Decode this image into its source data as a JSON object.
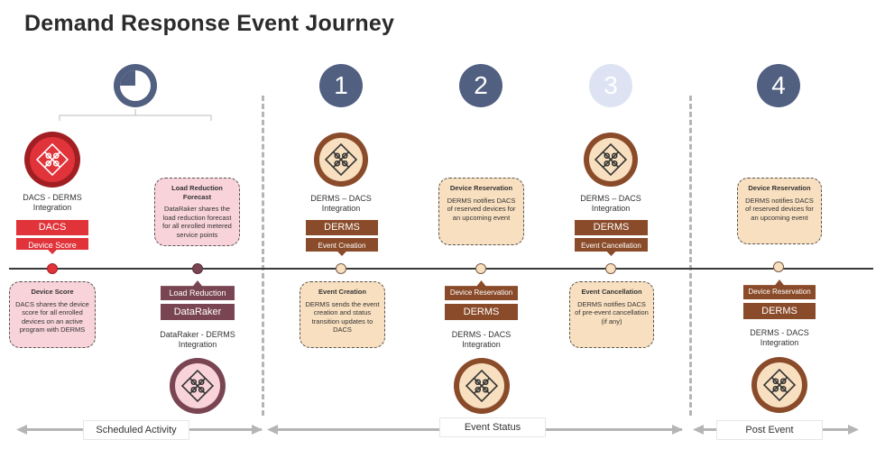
{
  "title": "Demand Response Event Journey",
  "steps": {
    "one": "1",
    "two": "2",
    "three": "3",
    "four": "4"
  },
  "col_dacs": {
    "integration": "DACS - DERMS\nIntegration",
    "tag1": "DACS",
    "tag2": "Device Score",
    "note_title": "Device Score",
    "note_body": "DACS shares the device score for all enrolled devices on an active program with DERMS"
  },
  "col_datarake": {
    "note_title": "Load Reduction Forecast",
    "note_body": "DataRaker shares the load reduction forecast for all enrolled metered service points",
    "tag1": "Load Reduction",
    "tag2": "DataRaker",
    "integration": "DataRaker - DERMS\nIntegration"
  },
  "col_one": {
    "integration": "DERMS – DACS\nIntegration",
    "tag1": "DERMS",
    "tag2": "Event Creation",
    "note_title": "Event Creation",
    "note_body": "DERMS sends the event creation and status transition updates to DACS"
  },
  "col_two": {
    "note_title": "Device Reservation",
    "note_body": "DERMS notifies DACS of reserved devices for an upcoming event",
    "tag1": "Device Reservation",
    "tag2": "DERMS",
    "integration": "DERMS - DACS\nIntegration"
  },
  "col_three": {
    "integration": "DERMS – DACS\nIntegration",
    "tag1": "DERMS",
    "tag2": "Event Cancellation",
    "note_title": "Event Cancellation",
    "note_body": "DERMS notifies DACS of pre-event cancellation (if any)"
  },
  "col_four": {
    "note_title": "Device Reservation",
    "note_body": "DERMS notifies DACS of reserved devices for an upcoming event",
    "tag1": "Device Reservation",
    "tag2": "DERMS",
    "integration": "DERMS - DACS\nIntegration"
  },
  "bottom": {
    "scheduled": "Scheduled Activity",
    "status": "Event Status",
    "post": "Post Event"
  },
  "colors": {
    "navy": "#515f80",
    "navy_light": "#dde3f3",
    "red": "#e0333a",
    "red_dark": "#a11f23",
    "mauve": "#7a4553",
    "brown": "#8a4b2a",
    "beige": "#f8dfbf",
    "pink": "#f8d3da"
  },
  "icons": {
    "pie": "quarter-pie-icon",
    "puzzle": "puzzle-icon"
  }
}
